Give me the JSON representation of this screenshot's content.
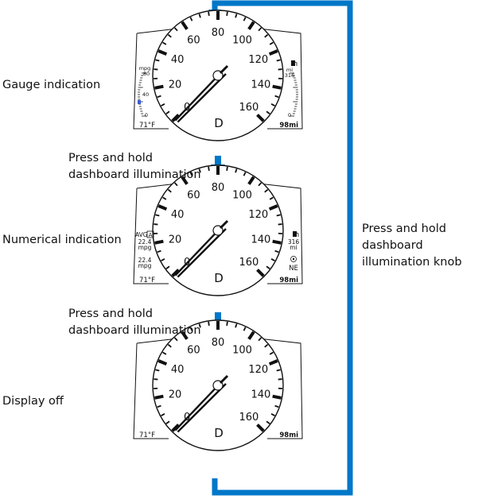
{
  "labels": {
    "gauge_indication": "Gauge indication",
    "numerical_indication": "Numerical indication",
    "display_off": "Display off"
  },
  "steps": [
    {
      "line1": "Press and hold",
      "line2": "dashboard illumination"
    },
    {
      "line1": "Press and hold",
      "line2": "dashboard illumination"
    }
  ],
  "return_label": {
    "line1": "Press and hold",
    "line2": "dashboard",
    "line3": "illumination knob"
  },
  "speedometer": {
    "scale_labels": [
      "0",
      "20",
      "40",
      "60",
      "80",
      "100",
      "120",
      "140",
      "160"
    ],
    "gear": "D",
    "temperature": "71",
    "temperature_unit": "°F",
    "odometer": "98",
    "odometer_unit": "mi"
  },
  "gauge_panel": {
    "left_unit": "mpg",
    "left_top": "80",
    "left_mid": "40",
    "left_bottom": "0",
    "right_unit": "mi",
    "right_top": "316",
    "right_bottom": "0"
  },
  "numerical_panel": {
    "avg_label": "AVG",
    "avg_badge": "A",
    "avg_value": "22.4",
    "avg_unit": "mpg",
    "inst_value": "22.4",
    "inst_unit": "mpg",
    "range_value": "316",
    "range_unit": "mi",
    "compass": "NE"
  },
  "colors": {
    "arrow": "#0077c8",
    "gauge_accent": "#3b5bd6",
    "ink": "#111111"
  },
  "icons": [
    "fuel-pump-icon",
    "compass-icon",
    "down-arrow-icon"
  ]
}
